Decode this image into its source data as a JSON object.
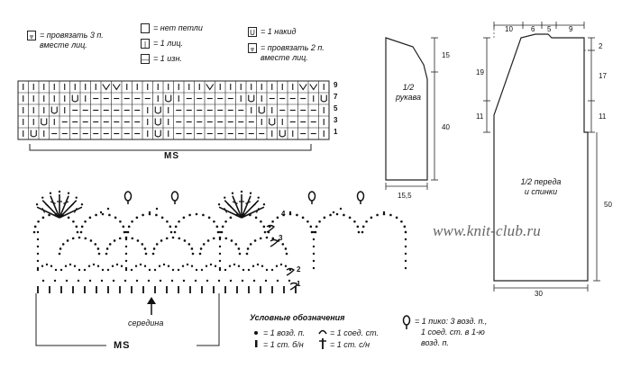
{
  "legend_top": {
    "k3tog": "= провязать 3 п.",
    "k3tog_2": "вместе лиц.",
    "no_stitch": "= нет петли",
    "knit": "= 1 лиц.",
    "purl": "= 1 изн.",
    "yo": "= 1 накид",
    "k2tog": "= провязать 2 п.",
    "k2tog_2": "вместе лиц."
  },
  "knit_chart": {
    "row_numbers": [
      "9",
      "7",
      "5",
      "3",
      "1"
    ],
    "repeat_label": "MS"
  },
  "sleeve": {
    "label_1": "1/2",
    "label_2": "рукава",
    "dim_top": "15",
    "dim_side": "40",
    "dim_bottom": "15,5"
  },
  "body": {
    "top_dims": [
      "10",
      "6",
      "5",
      "9"
    ],
    "dim_2": "2",
    "left_19": "19",
    "left_11": "11",
    "right_17": "17",
    "right_11": "11",
    "label_1": "1/2 переда",
    "label_2": "и спинки",
    "dim_50": "50",
    "dim_30": "30"
  },
  "website": "www.knit-club.ru",
  "crochet_chart": {
    "row_numbers": [
      "4",
      "3",
      "2",
      "1"
    ],
    "middle_label": "середина",
    "repeat_label": "MS"
  },
  "legend_bottom": {
    "title": "Условные обозначения",
    "ch": "= 1 возд. п.",
    "sc": "= 1 ст. б/н",
    "slst": "= 1 соед. ст.",
    "dc": "= 1 ст. с/н",
    "picot_1": "= 1 пико: 3 возд. п.,",
    "picot_2": "1 соед. ст. в 1-ю",
    "picot_3": "возд. п."
  }
}
